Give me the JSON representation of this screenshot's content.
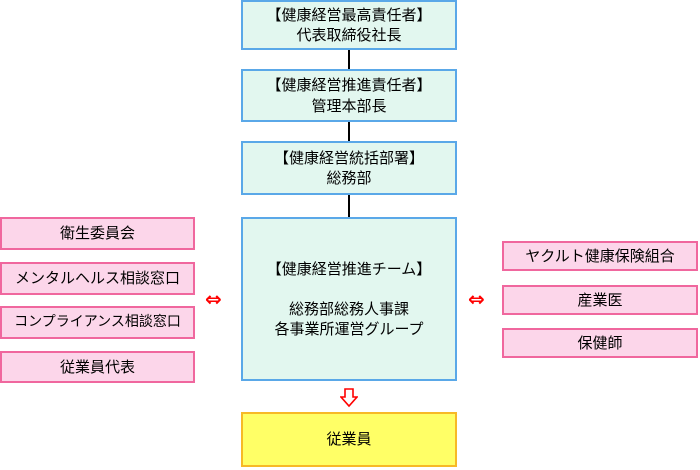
{
  "top_chain": [
    {
      "title": "【健康経営最高責任者】",
      "subtitle": "代表取締役社長"
    },
    {
      "title": "【健康経営推進責任者】",
      "subtitle": "管理本部長"
    },
    {
      "title": "【健康経営統括部署】",
      "subtitle": "総務部"
    }
  ],
  "team": {
    "title": "【健康経営推進チーム】",
    "line1": "総務部総務人事課",
    "line2": "各事業所運営グループ"
  },
  "employees": "従業員",
  "left_partners": [
    "衛生委員会",
    "メンタルヘルス相談窓口",
    "コンプライアンス相談窓口",
    "従業員代表"
  ],
  "right_partners": [
    "ヤクルト健康保険組合",
    "産業医",
    "保健師"
  ],
  "connectors": {
    "bidirectional": "⇔"
  },
  "colors": {
    "blue_fill": "#e2f7ef",
    "blue_border": "#5aa8e8",
    "pink_fill": "#fcd6ea",
    "pink_border": "#f0679e",
    "yellow_fill": "#ffff66",
    "yellow_border": "#f7b926",
    "arrow": "#ff0000"
  }
}
